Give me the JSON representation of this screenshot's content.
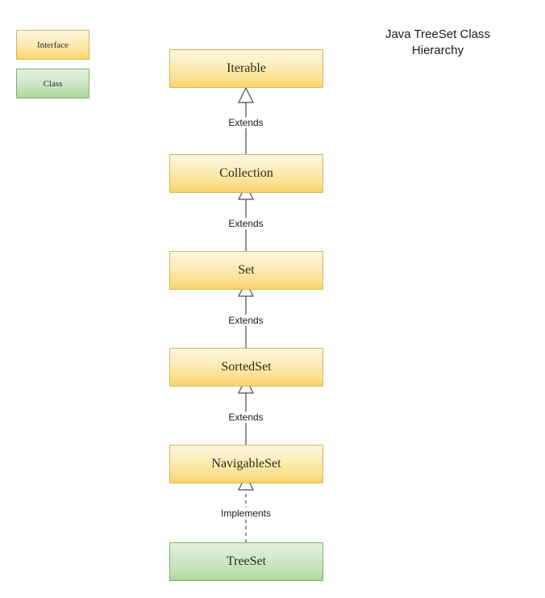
{
  "title": {
    "text": "Java TreeSet Class\nHierarchy"
  },
  "legend": {
    "items": [
      {
        "label": "Interface",
        "kind": "interface",
        "fill": "#fbdf8b",
        "stroke": "#d6b656"
      },
      {
        "label": "Class",
        "kind": "class",
        "fill": "#bcdfb0",
        "stroke": "#82b366"
      }
    ]
  },
  "nodes": [
    {
      "label": "Iterable",
      "kind": "interface"
    },
    {
      "label": "Collection",
      "kind": "interface"
    },
    {
      "label": "Set",
      "kind": "interface"
    },
    {
      "label": "SortedSet",
      "kind": "interface"
    },
    {
      "label": "NavigableSet",
      "kind": "interface"
    },
    {
      "label": "TreeSet",
      "kind": "class"
    }
  ],
  "edges": [
    {
      "label": "Extends",
      "from": "Collection",
      "to": "Iterable",
      "style": "solid"
    },
    {
      "label": "Extends",
      "from": "Set",
      "to": "Collection",
      "style": "solid"
    },
    {
      "label": "Extends",
      "from": "SortedSet",
      "to": "Set",
      "style": "solid"
    },
    {
      "label": "Extends",
      "from": "NavigableSet",
      "to": "SortedSet",
      "style": "solid"
    },
    {
      "label": "Implements",
      "from": "TreeSet",
      "to": "NavigableSet",
      "style": "dashed"
    }
  ],
  "colors": {
    "background": "#ffffff",
    "interface_fill": "#fbdf8b",
    "interface_stroke": "#d6b656",
    "class_fill": "#bcdfb0",
    "class_stroke": "#82b366",
    "line": "#4d4d4d",
    "text": "#1a1a1a"
  }
}
